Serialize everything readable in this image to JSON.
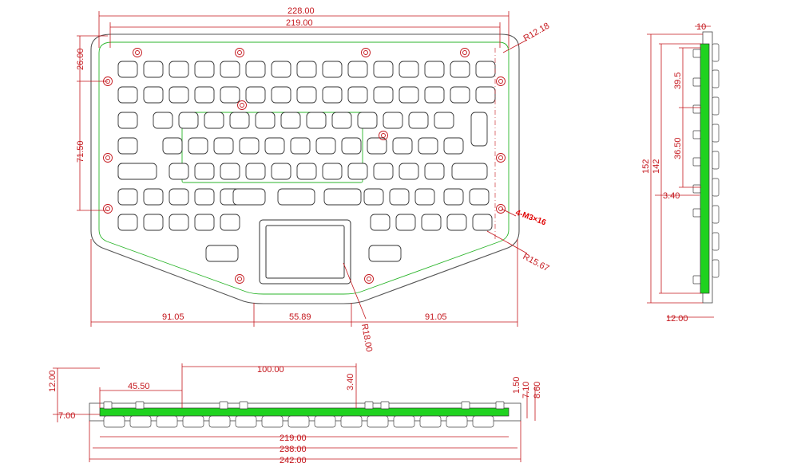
{
  "diagram": {
    "dimensions": {
      "top_outer_width": "228.00",
      "top_inner_width": "219.00",
      "corner_radius_top": "R12.18",
      "left_top_offset": "26.00",
      "left_mount_spacing": "71.50",
      "mount_hole_spec": "4-M3×16",
      "corner_radius_bottom": "R15.67",
      "bottom_radius_center": "R18.00",
      "bottom_left_width": "91.05",
      "bottom_center_width": "55.89",
      "bottom_right_width": "91.05",
      "side_thickness": "10",
      "side_offset_1": "39.5",
      "side_offset_2": "36.50",
      "side_overall_height": "152",
      "side_inner_height": "142",
      "side_plate": "3.40",
      "side_bottom_depth": "12.00",
      "front_height_total": "12.00",
      "front_left_offset": "45.50",
      "front_center_span": "100.00",
      "front_gap": "3.40",
      "front_plate_height": "7.00",
      "front_right_1": "1.50",
      "front_right_2": "7.10",
      "front_right_3": "8.60",
      "front_width_1": "219.00",
      "front_width_2": "238.00",
      "front_width_3": "242.00"
    }
  }
}
